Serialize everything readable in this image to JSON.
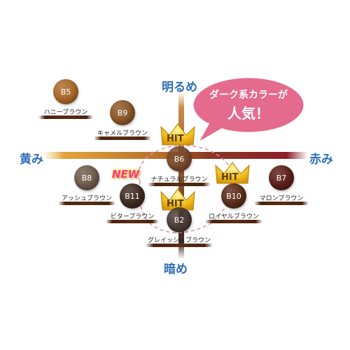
{
  "axes": {
    "top": "明るめ",
    "bottom": "暗め",
    "left": "黄み",
    "right": "赤み"
  },
  "callout": {
    "line1": "ダーク系カラーが",
    "line2": "人気！",
    "color": "#e46a8e"
  },
  "badges": {
    "hit": "HIT",
    "new": "NEW"
  },
  "colors": [
    {
      "code": "B5",
      "name": "ハニーブラウン",
      "hex": "#a8672a"
    },
    {
      "code": "B9",
      "name": "キャメルブラウン",
      "hex": "#8a5626"
    },
    {
      "code": "B6",
      "name": "ナチュラルブラウン",
      "hex": "#7a4a2c",
      "badge": "HIT"
    },
    {
      "code": "B8",
      "name": "アッシュブラウン",
      "hex": "#6e5a4a"
    },
    {
      "code": "B11",
      "name": "ビターブラウン",
      "hex": "#3e2a22",
      "badge": "NEW"
    },
    {
      "code": "B10",
      "name": "ロイヤルブラウン",
      "hex": "#5a2c1a",
      "badge": "HIT"
    },
    {
      "code": "B7",
      "name": "マロンブラウン",
      "hex": "#5a1e16"
    },
    {
      "code": "B2",
      "name": "グレイッシュブラウン",
      "hex": "#4a3a34",
      "badge": "HIT"
    }
  ]
}
